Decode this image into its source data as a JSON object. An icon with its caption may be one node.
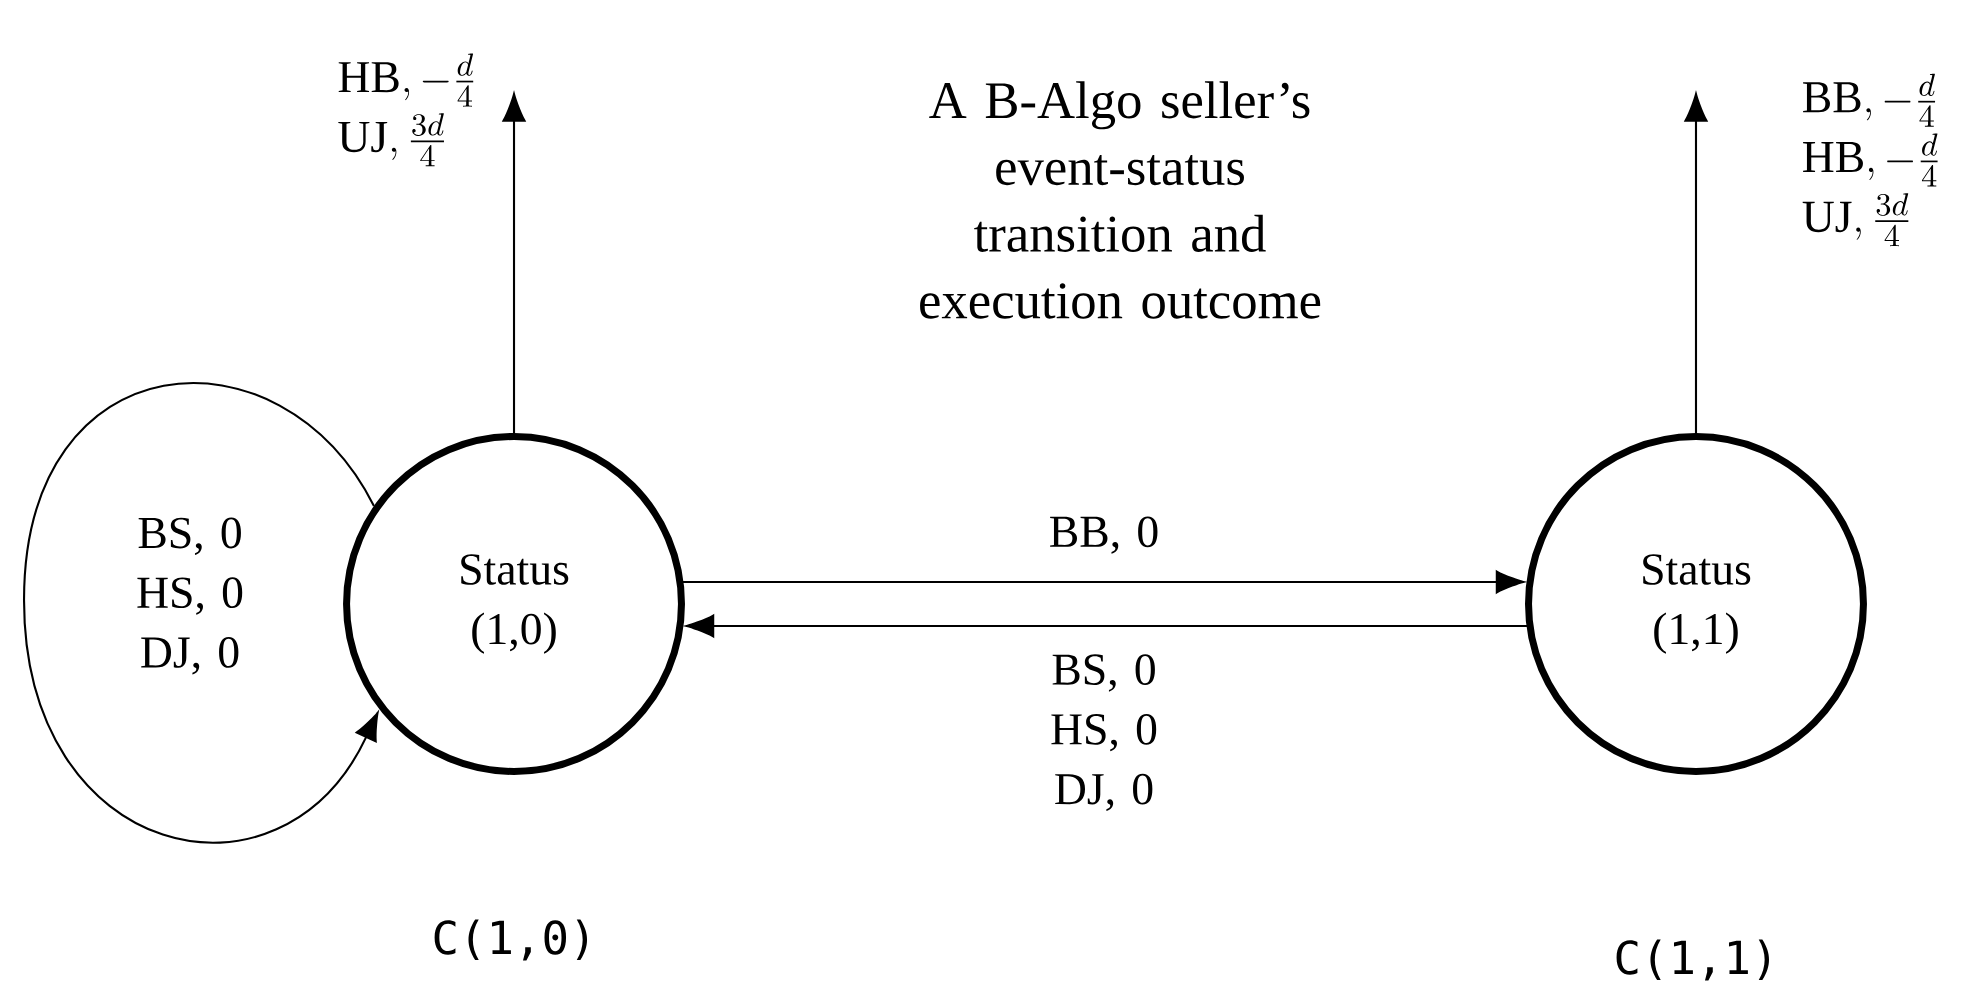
{
  "diagram": {
    "title": "A B-Algo seller’s event-status transition and execution outcome",
    "nodes": [
      {
        "text": [
          "Status (1,0)"
        ],
        "beside": [
          "C(1,0)"
        ]
      },
      {
        "text": [
          "Status (1,1)"
        ],
        "beside": [
          "C(1,1)"
        ]
      }
    ],
    "edges": [
      {
        "from": 0,
        "to": 0,
        "arrow": "to",
        "label": "BS, 0 HS, 0 DJ, 0"
      },
      {
        "from": 0,
        "to": null,
        "arrow": "to",
        "label": "\\begin{array}{l}\\text{HB}, -\\frac{d}{4}\\\\ \\text{UJ}, \\frac{3d}{4}\\end{array}"
      },
      {
        "from": 0,
        "to": 1,
        "arrow": "to",
        "label": "BB, 0"
      },
      {
        "from": 1,
        "to": 0,
        "arrow": "to",
        "label": "BS, 0 HS, 0 DJ, 0"
      },
      {
        "from": 1,
        "to": null,
        "arrow": "to",
        "label": "\\begin{array}{l}\\text{BB}, -\\frac{d}{4}\\\\ \\text{HB}, -\\frac{d}{4}\\\\ \\text{UJ}, \\frac{3d}{4}\\end{array}"
      }
    ]
  }
}
